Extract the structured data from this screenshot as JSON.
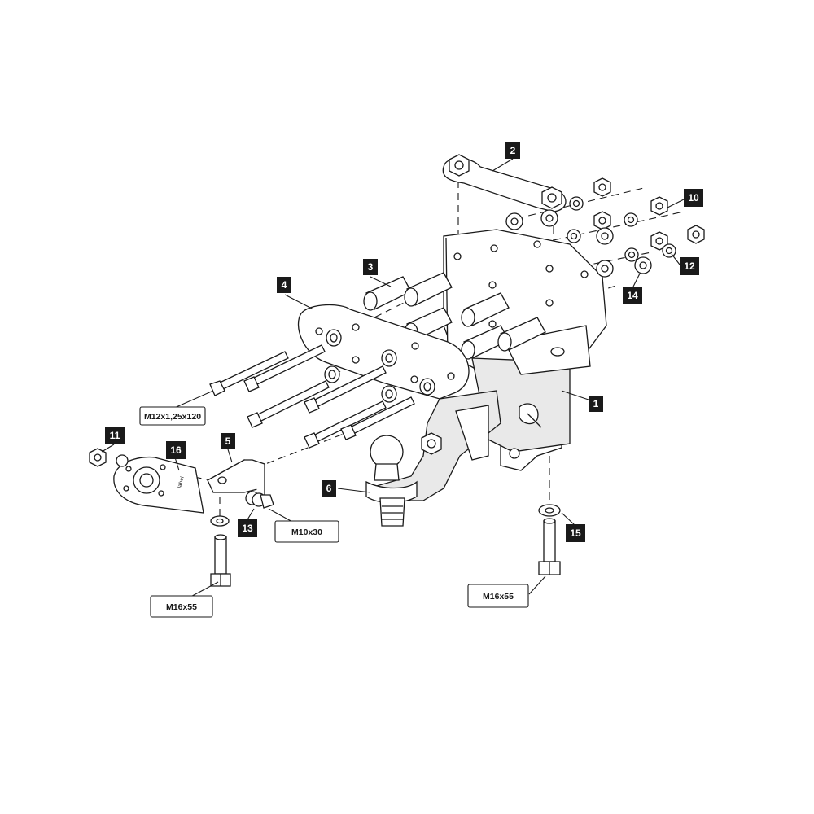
{
  "callouts": [
    {
      "id": "1",
      "label": "1"
    },
    {
      "id": "2",
      "label": "2"
    },
    {
      "id": "3",
      "label": "3"
    },
    {
      "id": "4",
      "label": "4"
    },
    {
      "id": "5",
      "label": "5"
    },
    {
      "id": "6",
      "label": "6"
    },
    {
      "id": "10",
      "label": "10"
    },
    {
      "id": "11",
      "label": "11"
    },
    {
      "id": "12",
      "label": "12"
    },
    {
      "id": "13",
      "label": "13"
    },
    {
      "id": "14",
      "label": "14"
    },
    {
      "id": "15",
      "label": "15"
    },
    {
      "id": "16",
      "label": "16"
    }
  ],
  "specs": {
    "long_bolt": "M12x1,25x120",
    "bracket_bolt": "M10x30",
    "left_bolt": "M16x55",
    "right_bolt": "M16x55"
  }
}
